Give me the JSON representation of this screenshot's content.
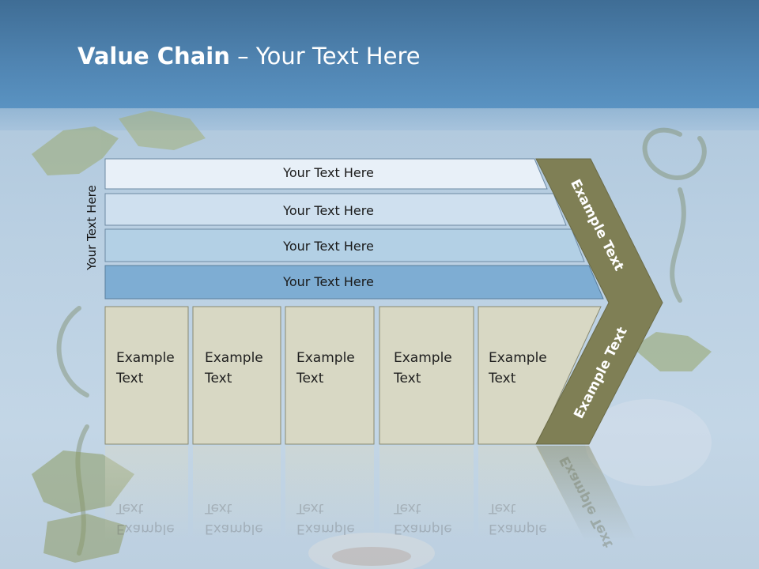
{
  "title": {
    "bold": "Value Chain",
    "rest": " – Your Text Here"
  },
  "vertical_label": "Your Text Here",
  "bars": [
    "Your Text Here",
    "Your Text Here",
    "Your Text Here",
    "Your Text Here"
  ],
  "boxes": [
    "Example Text",
    "Example Text",
    "Example Text",
    "Example Text",
    "Example Text"
  ],
  "chevron": {
    "upper": "Example Text",
    "lower": "Example Text"
  },
  "colors": {
    "header": "#4f83b0",
    "bar1": "#e8f0f8",
    "bar2": "#cfe0ef",
    "bar3": "#b3d0e5",
    "bar4": "#7eadd3",
    "box": "#d8d8c4",
    "chevron": "#7f7f55"
  }
}
